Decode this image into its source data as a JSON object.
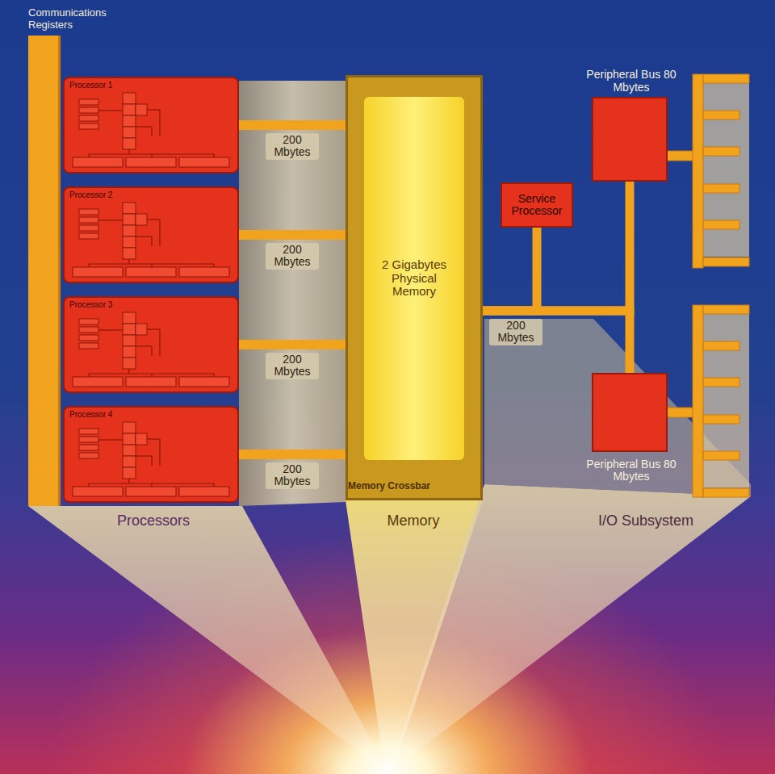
{
  "diagram": {
    "nodes": [
      {
        "text": [
          "Communications Registers"
        ]
      },
      {
        "text": [
          "Processor 1"
        ]
      },
      {
        "text": [
          "Processor 2"
        ]
      },
      {
        "text": [
          "Processor 3"
        ]
      },
      {
        "text": [
          "Processor 4"
        ]
      },
      {
        "text": [
          "Memory Crossbar"
        ]
      },
      {
        "text": [
          "2 Gigabytes Physical Memory"
        ],
        "in": 5
      },
      {
        "text": [
          "Service Processor"
        ]
      },
      {
        "text": [
          "Peripheral Bus 80 Mbytes"
        ]
      },
      {
        "text": [
          "Peripheral Bus 80 Mbytes"
        ]
      }
    ],
    "edges": [
      {
        "from": 1,
        "to": 5,
        "label": "200 Mbytes",
        "arrow": "none"
      },
      {
        "from": 2,
        "to": 5,
        "label": "200 Mbytes",
        "arrow": "none"
      },
      {
        "from": 3,
        "to": 5,
        "label": "200 Mbytes",
        "arrow": "none"
      },
      {
        "from": 4,
        "to": 5,
        "label": "200 Mbytes",
        "arrow": "none"
      },
      {
        "from": 5,
        "to": 7,
        "label": "200 Mbytes",
        "arrow": "none"
      },
      {
        "from": 5,
        "to": 8,
        "arrow": "none"
      },
      {
        "from": 5,
        "to": 9,
        "arrow": "none"
      }
    ],
    "labels": [
      "Processors",
      "Memory",
      "I/O Subsystem"
    ]
  }
}
